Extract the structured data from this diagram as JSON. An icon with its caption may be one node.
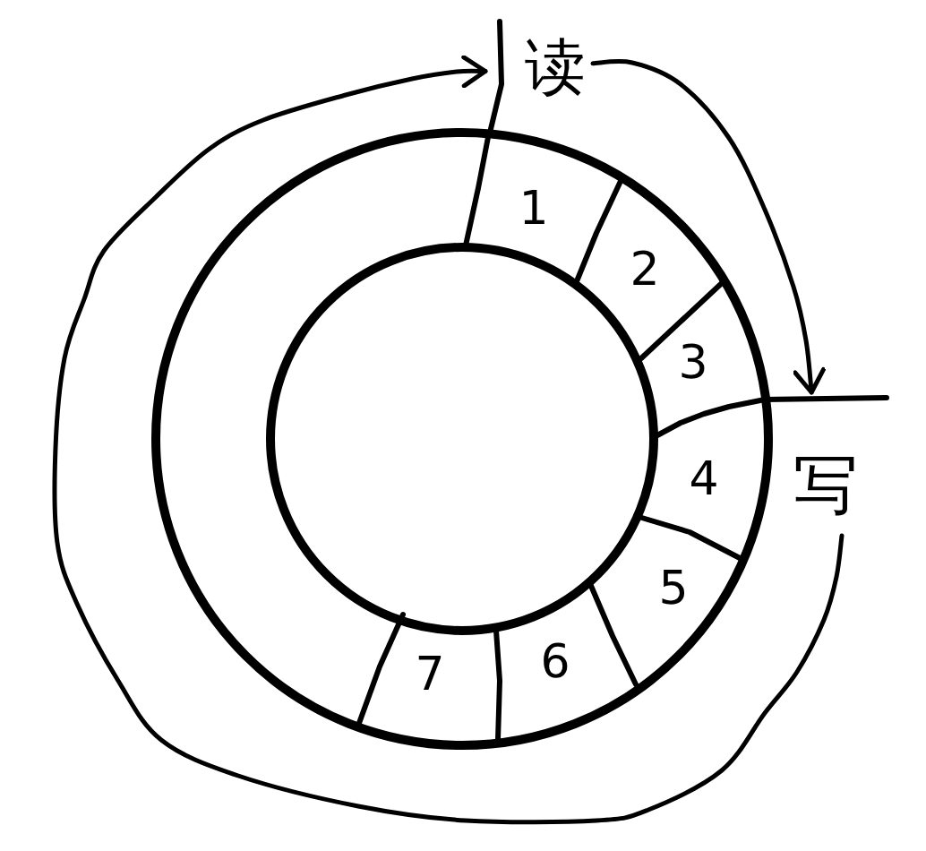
{
  "diagram": {
    "nodes": [
      {
        "text": [],
        "shape": "ring"
      },
      {
        "text": [
          "1"
        ],
        "in": 0
      },
      {
        "text": [
          "2"
        ],
        "in": 0
      },
      {
        "text": [
          "3"
        ],
        "in": 0
      },
      {
        "text": [
          "4"
        ],
        "in": 0
      },
      {
        "text": [
          "5"
        ],
        "in": 0
      },
      {
        "text": [
          "6"
        ],
        "in": 0
      },
      {
        "text": [
          "7"
        ],
        "in": 0
      },
      {
        "text": [
          "读"
        ]
      },
      {
        "text": [
          "写"
        ]
      }
    ],
    "edges": [
      {
        "from": 8,
        "to": 9,
        "arrow": "to"
      },
      {
        "from": 9,
        "to": 8,
        "arrow": "to"
      }
    ]
  }
}
